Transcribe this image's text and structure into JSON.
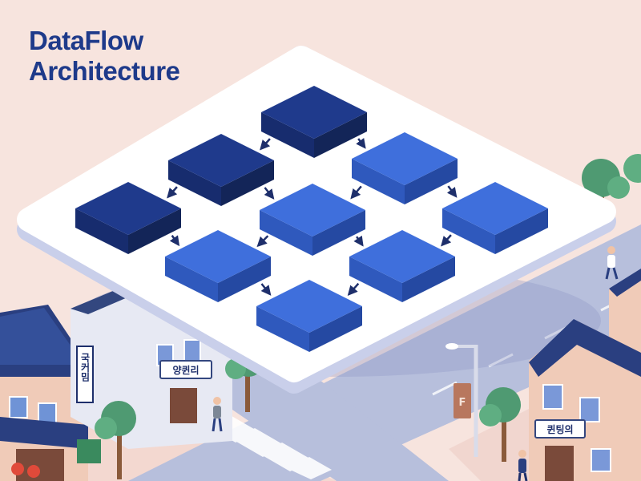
{
  "title": {
    "line1": "DataFlow",
    "line2": "Architecture"
  },
  "colors": {
    "background": "#f7e4de",
    "title": "#1e3a8a",
    "node_dark_top": "#1f3a8c",
    "node_light_top": "#3f6fdc",
    "platform": "#ffffff",
    "road": "#b7bfdc",
    "tree": "#4f9a72",
    "roof": "#2a3f80"
  },
  "diagram": {
    "nodes": [
      {
        "id": "n1",
        "tone": "dark"
      },
      {
        "id": "n2",
        "tone": "dark"
      },
      {
        "id": "n3",
        "tone": "dark"
      },
      {
        "id": "n4",
        "tone": "light"
      },
      {
        "id": "n5",
        "tone": "light"
      },
      {
        "id": "n6",
        "tone": "light"
      },
      {
        "id": "n7",
        "tone": "light"
      },
      {
        "id": "n8",
        "tone": "light"
      },
      {
        "id": "n9",
        "tone": "light"
      }
    ],
    "edges": [
      {
        "from": "n1",
        "to": "n2"
      },
      {
        "from": "n1",
        "to": "n4"
      },
      {
        "from": "n2",
        "to": "n3"
      },
      {
        "from": "n2",
        "to": "n5"
      },
      {
        "from": "n4",
        "to": "n5"
      },
      {
        "from": "n4",
        "to": "n6"
      },
      {
        "from": "n3",
        "to": "n7"
      },
      {
        "from": "n5",
        "to": "n7"
      },
      {
        "from": "n5",
        "to": "n8"
      },
      {
        "from": "n6",
        "to": "n8"
      },
      {
        "from": "n7",
        "to": "n9"
      },
      {
        "from": "n8",
        "to": "n9"
      }
    ]
  },
  "signs": {
    "left_vertical": "국커밈",
    "left_shop": "양퀸리",
    "right_shop": "퀸팅의",
    "pole_sign": "F"
  }
}
